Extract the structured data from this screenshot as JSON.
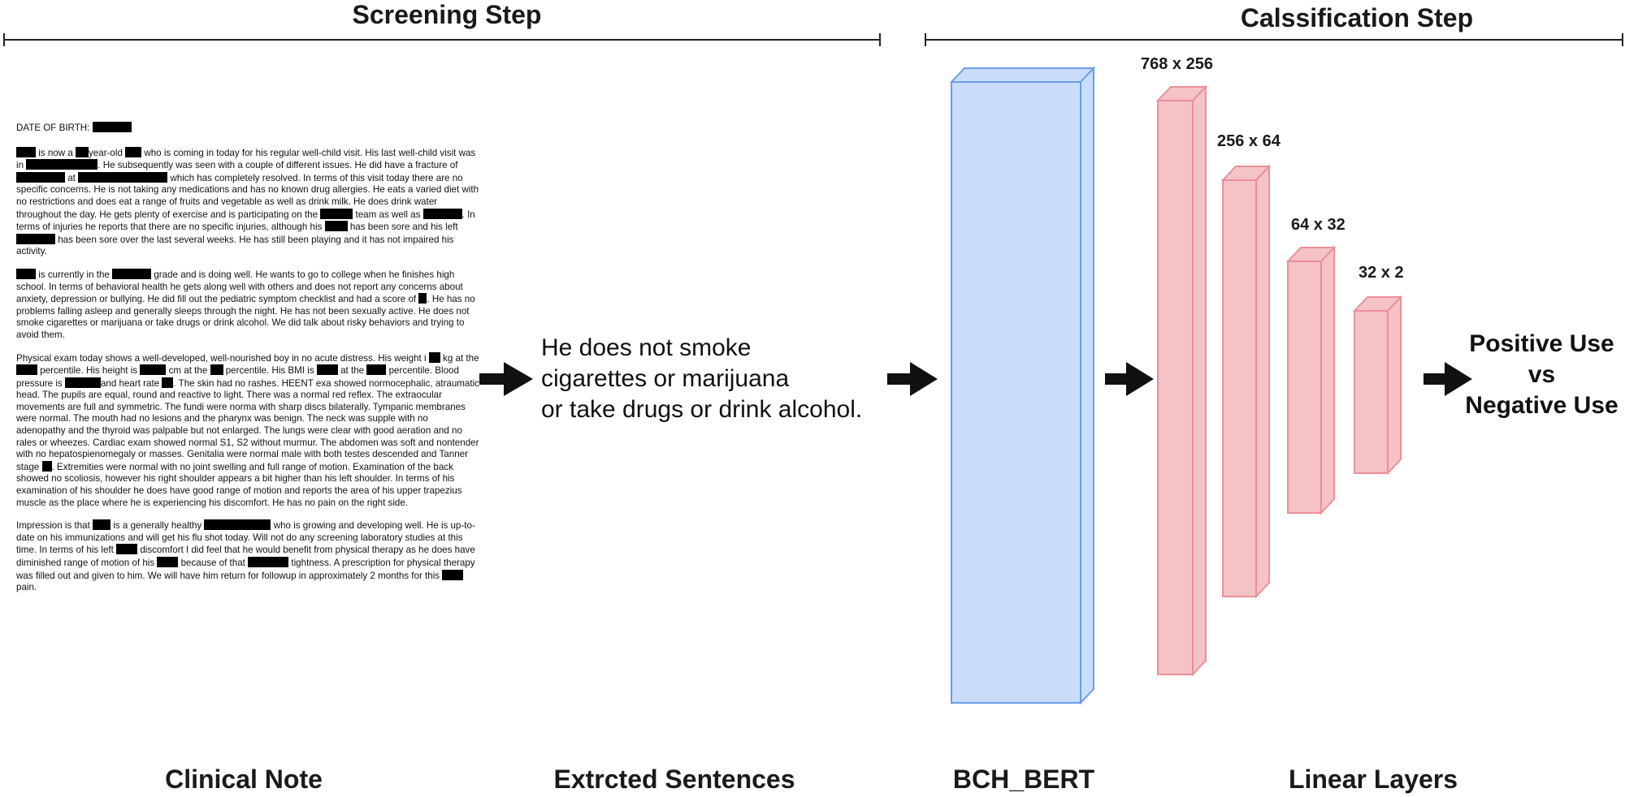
{
  "steps": {
    "screening": "Screening Step",
    "classification": "Calssification Step"
  },
  "note": {
    "dob_label": "DATE OF BIRTH:",
    "p1": {
      "a": "is now a",
      "b": "year-old",
      "c": "who is coming in today for his regular well-child visit.  His last well-child visit was in",
      "d": ".  He subsequently was seen with a couple of different issues.  He did have a fracture of",
      "e": "at",
      "f": "which has completely resolved.  In terms of this visit today there are no specific concerns.  He is not taking any medications and has no known drug allergies.  He eats a varied diet with no restrictions and does eat a range of fruits and vegetable as well as drink milk.  He does drink water throughout the day.  He gets plenty of exercise and is participating on the",
      "g": "team as well as",
      "h": ".  In terms of injuries he reports that there are no specific injuries, although his",
      "i": "has been sore and his left",
      "j": "has been sore over the last several weeks.  He has still been playing and it has not impaired his activity."
    },
    "p2": {
      "a": "is currently in the",
      "b": "grade and is doing well.  He wants to go to college when he finishes high school.  In terms of behavioral health he gets along well with others and does not report any concerns about anxiety, depression or bullying.  He did fill out the pediatric symptom checklist and had a score of",
      "c": ".  He has no problems falling asleep and generally sleeps through the night.  He has not been sexually active.  He does not smoke cigarettes or marijuana or take drugs or drink alcohol.  We did talk about risky behaviors and trying to avoid them."
    },
    "p3": {
      "a": "Physical exam today shows a well-developed, well-nourished boy in no acute distress.  His weight i",
      "b": "kg at the",
      "c": "percentile.  His height is",
      "d": "cm at the",
      "e": "percentile.  His BMI is",
      "f": "at the",
      "g": "percentile.  Blood pressure is",
      "h": "and heart rate",
      "i": ".  The skin had no rashes.  HEENT exa",
      "j": "showed normocephalic, atraumatic head.  The pupils are equal, round and reactive to light.  There was a normal red reflex.  The extraocular movements are full and symmetric.  The fundi were norma with sharp discs bilaterally.  Tympanic membranes were normal.  The mouth had no lesions and the pharynx was benign.  The neck was supple with no adenopathy and the thyroid was palpable but not enlarged.  The lungs were clear with good aeration and no rales or wheezes.  Cardiac exam showed normal S1, S2 without murmur.  The abdomen was soft and nontender with no hepatospienomegaly or masses.  Genitalia were normal male with both testes descended and Tanner stage",
      "k": ".  Extremities were normal with no joint swelling and full range of motion.  Examination of the back showed no scoliosis, however his right shoulder appears a bit higher than his left shoulder.  In terms of his examination of his shoulder he does have good range of motion and reports the area of his upper trapezius muscle as the place where he is experiencing his discomfort.  He has no pain on the right side."
    },
    "p4": {
      "a": "Impression is that",
      "b": "is a generally healthy",
      "c": "who is growing and developing well.  He is up-to-date on his immunizations and will get his flu shot today.  Will not do any screening laboratory studies at this time.  In terms of his left",
      "d": "discomfort I did feel that he would benefit from physical therapy as he does have diminished range of motion of his",
      "e": "because of that",
      "f": "tightness.  A prescription for physical therapy was filled out and given to him.  We will have him return for followup in approximately 2 months for this",
      "g": "pain."
    }
  },
  "sentence": {
    "line1": "He does not smoke",
    "line2": "cigarettes or marijuana",
    "line3": "or take drugs or drink alcohol."
  },
  "layers": {
    "l1": "768 x 256",
    "l2": "256 x 64",
    "l3": "64 x 32",
    "l4": "32 x 2"
  },
  "outcome": {
    "line1": "Positive Use",
    "line2": "vs",
    "line3": "Negative Use"
  },
  "labels": {
    "clinical_note": "Clinical Note",
    "extracted_sentences": "Extrcted Sentences",
    "bert": "BCH_BERT",
    "linear_layers": "Linear Layers"
  },
  "colors": {
    "bert_fill": "#c9ddfb",
    "bert_stroke": "#6b9be8",
    "layer_fill": "#f5c3c6",
    "layer_stroke": "#eb8f95",
    "arrow": "#111111"
  }
}
